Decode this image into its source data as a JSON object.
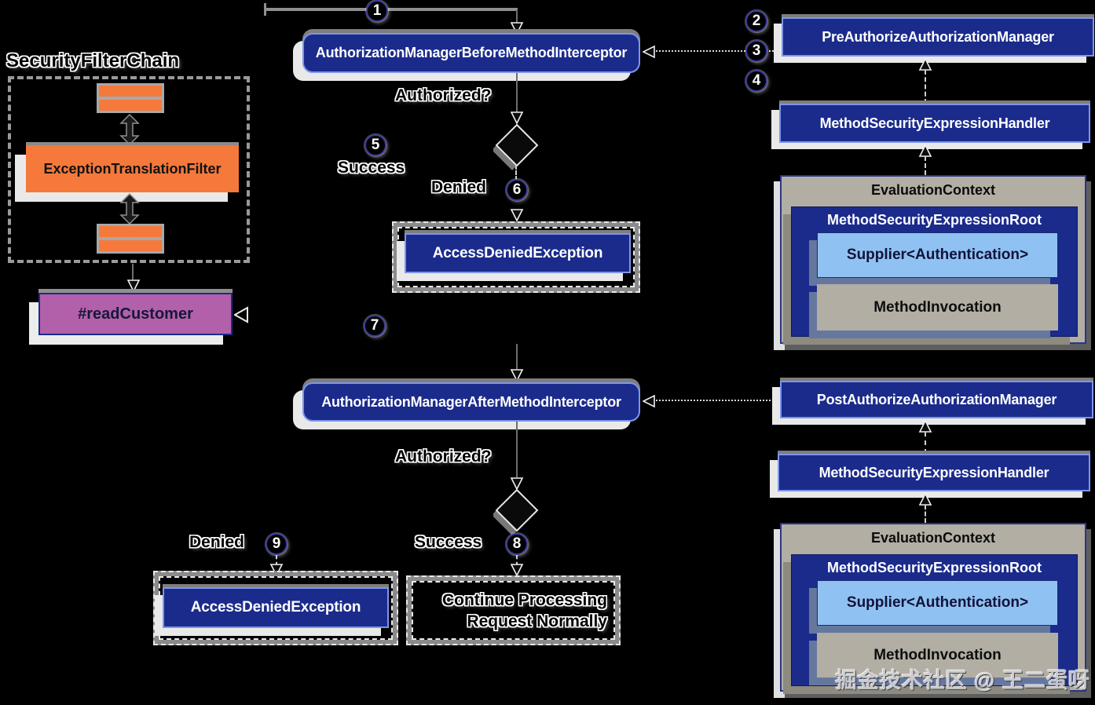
{
  "colors": {
    "navy": "#1b2b8c",
    "navy_border": "#7d96e8",
    "orange": "#f5793b",
    "purple": "#b160a9",
    "light_blue": "#8fc2f2",
    "tan": "#b2aea3"
  },
  "steps": [
    "1",
    "2",
    "3",
    "4",
    "5",
    "6",
    "7",
    "8",
    "9"
  ],
  "labels": {
    "authorized": "Authorized?",
    "success": "Success",
    "denied": "Denied"
  },
  "filter_chain": {
    "title": "SecurityFilterChain",
    "exception_filter": "ExceptionTranslationFilter"
  },
  "method": {
    "name": "#readCustomer"
  },
  "interceptors": {
    "before": "AuthorizationManagerBeforeMethodInterceptor",
    "after": "AuthorizationManagerAfterMethodInterceptor"
  },
  "outcomes": {
    "access_denied": "AccessDeniedException",
    "continue_line1": "Continue Processing",
    "continue_line2": "Request Normally"
  },
  "pre": {
    "manager": "PreAuthorizeAuthorizationManager",
    "handler": "MethodSecurityExpressionHandler",
    "context": {
      "title": "EvaluationContext",
      "root": "MethodSecurityExpressionRoot",
      "supplier": "Supplier<Authentication>",
      "invocation": "MethodInvocation"
    }
  },
  "post": {
    "manager": "PostAuthorizeAuthorizationManager",
    "handler": "MethodSecurityExpressionHandler",
    "context": {
      "title": "EvaluationContext",
      "root": "MethodSecurityExpressionRoot",
      "supplier": "Supplier<Authentication>",
      "invocation": "MethodInvocation"
    }
  },
  "watermark": "掘金技术社区 @ 王二蛋呀"
}
